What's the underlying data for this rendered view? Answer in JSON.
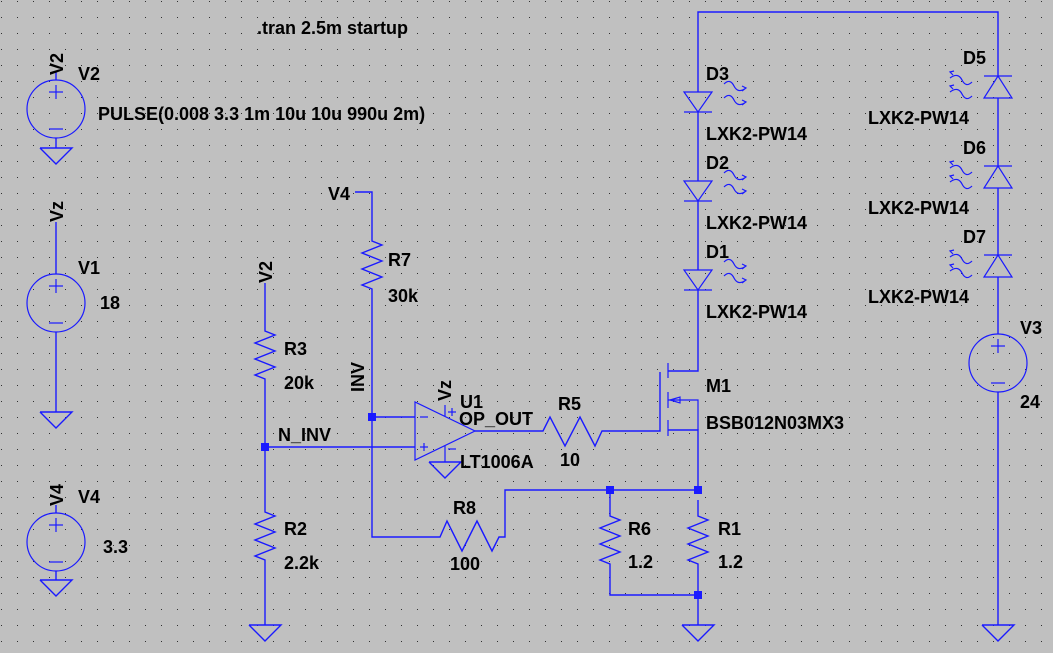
{
  "colors": {
    "background": "#c0c0c0",
    "wire": "#1a1aff",
    "text": "#000000"
  },
  "directive": ".tran 2.5m startup",
  "sources": {
    "v2": {
      "name": "V2",
      "value": "PULSE(0.008 3.3 1m 10u 10u 990u 2m)",
      "net": "V2"
    },
    "v1": {
      "name": "V1",
      "value": "18",
      "net": "Vz"
    },
    "v4": {
      "name": "V4",
      "value": "3.3",
      "net": "V4"
    },
    "v3": {
      "name": "V3",
      "value": "24"
    }
  },
  "nets": {
    "v2": "V2",
    "v4": "V4",
    "inv": "INV",
    "n_inv": "N_INV",
    "op_out": "OP_OUT",
    "vz": "Vz"
  },
  "resistors": {
    "r7": {
      "name": "R7",
      "value": "30k"
    },
    "r3": {
      "name": "R3",
      "value": "20k"
    },
    "r2": {
      "name": "R2",
      "value": "2.2k"
    },
    "r5": {
      "name": "R5",
      "value": "10"
    },
    "r8": {
      "name": "R8",
      "value": "100"
    },
    "r6": {
      "name": "R6",
      "value": "1.2"
    },
    "r1": {
      "name": "R1",
      "value": "1.2"
    }
  },
  "opamp": {
    "name": "U1",
    "model": "LT1006A"
  },
  "mosfet": {
    "name": "M1",
    "model": "BSB012N03MX3"
  },
  "diodes": [
    {
      "name": "D3",
      "model": "LXK2-PW14"
    },
    {
      "name": "D2",
      "model": "LXK2-PW14"
    },
    {
      "name": "D1",
      "model": "LXK2-PW14"
    },
    {
      "name": "D5",
      "model": "LXK2-PW14"
    },
    {
      "name": "D6",
      "model": "LXK2-PW14"
    },
    {
      "name": "D7",
      "model": "LXK2-PW14"
    }
  ]
}
